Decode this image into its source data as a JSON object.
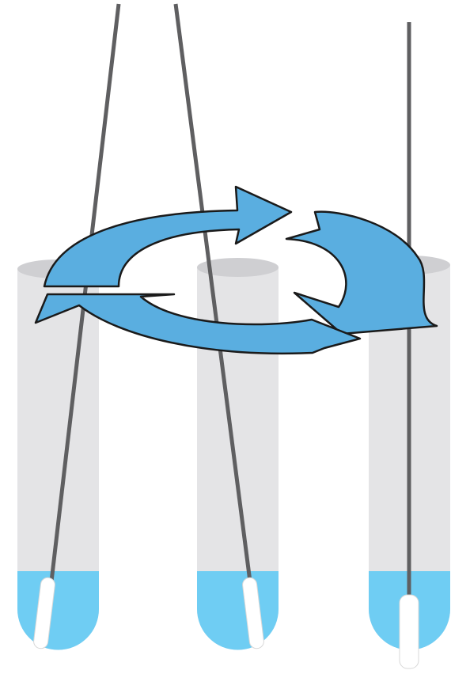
{
  "diagram": {
    "tubes": [
      {
        "id": "tube-1",
        "probe": "tilted-left"
      },
      {
        "id": "tube-2",
        "probe": "tilted-right"
      },
      {
        "id": "tube-3",
        "probe": "vertical"
      }
    ],
    "rotation_arrows": {
      "count": 3,
      "direction": "clockwise"
    }
  },
  "colors": {
    "tube_body": "#e4e4e6",
    "tube_rim": "#cfcfd2",
    "liquid": "#6fcdf3",
    "rod": "#5f5f61",
    "swab": "#ffffff",
    "arrow_fill": "#5aaee0",
    "arrow_stroke": "#1a1a1a"
  }
}
